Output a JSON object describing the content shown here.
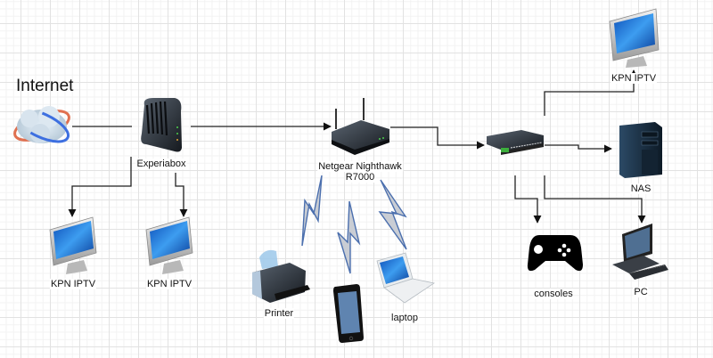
{
  "diagram": {
    "title": "Internet",
    "colors": {
      "connector": "#222222",
      "wireless_fill": "#c9cdd4",
      "wireless_stroke": "#4b6fae",
      "screen_blue": "#1b6fd1"
    },
    "nodes": [
      {
        "id": "internet",
        "label": "",
        "icon": "internet-cloud-icon"
      },
      {
        "id": "experiabox",
        "label": "Experiabox",
        "icon": "modem-icon"
      },
      {
        "id": "kpn-iptv-1",
        "label": "KPN IPTV",
        "icon": "monitor-icon"
      },
      {
        "id": "kpn-iptv-2",
        "label": "KPN IPTV",
        "icon": "monitor-icon"
      },
      {
        "id": "router",
        "label_line1": "Netgear Nighthawk",
        "label_line2": "R7000",
        "icon": "router-icon"
      },
      {
        "id": "switch",
        "label": "",
        "icon": "switch-icon"
      },
      {
        "id": "kpn-iptv-3",
        "label": "KPN IPTV",
        "icon": "monitor-icon"
      },
      {
        "id": "nas",
        "label": "NAS",
        "icon": "server-tower-icon"
      },
      {
        "id": "consoles",
        "label": "consoles",
        "icon": "gamepad-icon"
      },
      {
        "id": "pc",
        "label": "PC",
        "icon": "desktop-pc-icon"
      },
      {
        "id": "printer",
        "label": "Printer",
        "icon": "printer-icon"
      },
      {
        "id": "phone",
        "label": "",
        "icon": "smartphone-icon"
      },
      {
        "id": "laptop",
        "label": "laptop",
        "icon": "laptop-icon"
      }
    ],
    "edges": [
      {
        "from": "internet",
        "to": "experiabox",
        "type": "line"
      },
      {
        "from": "experiabox",
        "to": "router",
        "type": "arrow"
      },
      {
        "from": "experiabox",
        "to": "kpn-iptv-1",
        "type": "arrow"
      },
      {
        "from": "experiabox",
        "to": "kpn-iptv-2",
        "type": "arrow"
      },
      {
        "from": "router",
        "to": "switch",
        "type": "arrow"
      },
      {
        "from": "switch",
        "to": "kpn-iptv-3",
        "type": "arrow"
      },
      {
        "from": "switch",
        "to": "nas",
        "type": "arrow"
      },
      {
        "from": "switch",
        "to": "consoles",
        "type": "arrow"
      },
      {
        "from": "switch",
        "to": "pc",
        "type": "arrow"
      },
      {
        "from": "router",
        "to": "printer",
        "type": "wireless"
      },
      {
        "from": "router",
        "to": "phone",
        "type": "wireless"
      },
      {
        "from": "router",
        "to": "laptop",
        "type": "wireless"
      }
    ]
  }
}
